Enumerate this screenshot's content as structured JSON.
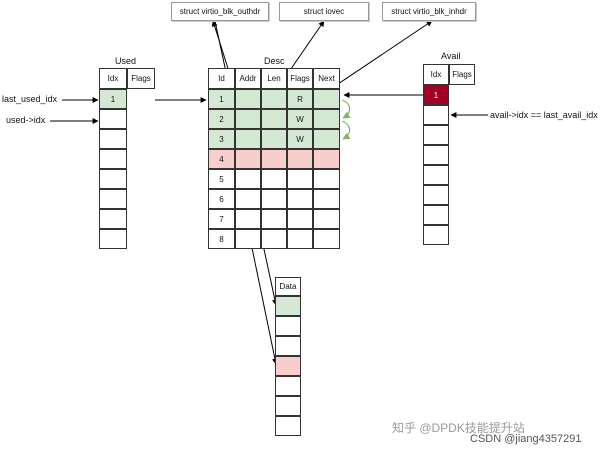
{
  "structs": [
    "struct virtio_blk_outhdr",
    "struct iovec",
    "struct virtio_blk_inhdr"
  ],
  "used": {
    "title": "Used",
    "headers": [
      "Idx",
      "Flags"
    ],
    "rows": [
      "1",
      "",
      "",
      "",
      "",
      "",
      "",
      ""
    ],
    "pointer_labels": [
      "last_used_idx",
      "used->idx"
    ]
  },
  "desc": {
    "title": "Desc",
    "headers": [
      "Id",
      "Addr",
      "Len",
      "Flags",
      "Next"
    ],
    "rows": [
      [
        "1",
        "",
        "",
        "R",
        ""
      ],
      [
        "2",
        "",
        "",
        "W",
        ""
      ],
      [
        "3",
        "",
        "",
        "W",
        ""
      ],
      [
        "4",
        "",
        "",
        "",
        ""
      ],
      [
        "5",
        "",
        "",
        "",
        ""
      ],
      [
        "6",
        "",
        "",
        "",
        ""
      ],
      [
        "7",
        "",
        "",
        "",
        ""
      ],
      [
        "8",
        "",
        "",
        "",
        ""
      ]
    ],
    "row_state": [
      "green",
      "green",
      "green",
      "red",
      "white",
      "white",
      "white",
      "white"
    ]
  },
  "avail": {
    "title": "Avail",
    "headers": [
      "Idx",
      "Flags"
    ],
    "rows": [
      "1",
      "",
      "",
      "",
      "",
      "",
      "",
      ""
    ],
    "pointer_label": "avail->idx == last_avail_idx"
  },
  "data": {
    "title": "Data",
    "row_state": [
      "green",
      "white",
      "white",
      "red",
      "white",
      "white",
      "white"
    ]
  },
  "watermark": "知乎 @DPDK技能提升站",
  "watermark_csdn": "CSDN @jiang4357291",
  "colors": {
    "green_fill": "#d5e8d4",
    "red_fill": "#f8cecc",
    "avail_selected": "#a20025",
    "loop_arrow": "#82b366"
  }
}
